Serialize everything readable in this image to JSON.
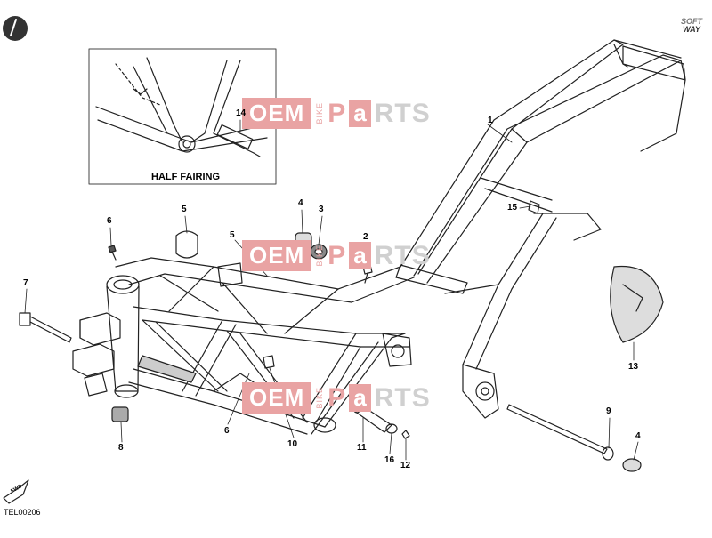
{
  "inset": {
    "caption": "HALF FAIRING",
    "part": "14"
  },
  "brand": {
    "line1": "SOFT",
    "line2": "WAY"
  },
  "watermark": {
    "oem": "OEM",
    "bike": "BIKE",
    "p": "P",
    "a": "a",
    "rts": "RTS"
  },
  "callouts": [
    {
      "id": "c1",
      "label": "1"
    },
    {
      "id": "c15",
      "label": "15"
    },
    {
      "id": "c4a",
      "label": "4"
    },
    {
      "id": "c3",
      "label": "3"
    },
    {
      "id": "c5a",
      "label": "5"
    },
    {
      "id": "c6a",
      "label": "6"
    },
    {
      "id": "c5b",
      "label": "5"
    },
    {
      "id": "c2",
      "label": "2"
    },
    {
      "id": "c7",
      "label": "7"
    },
    {
      "id": "c13",
      "label": "13"
    },
    {
      "id": "c8",
      "label": "8"
    },
    {
      "id": "c6b",
      "label": "6"
    },
    {
      "id": "c10",
      "label": "10"
    },
    {
      "id": "c11",
      "label": "11"
    },
    {
      "id": "c16",
      "label": "16"
    },
    {
      "id": "c12",
      "label": "12"
    },
    {
      "id": "c9",
      "label": "9"
    },
    {
      "id": "c4b",
      "label": "4"
    }
  ],
  "fwd": "FWD",
  "code": "TEL00206"
}
